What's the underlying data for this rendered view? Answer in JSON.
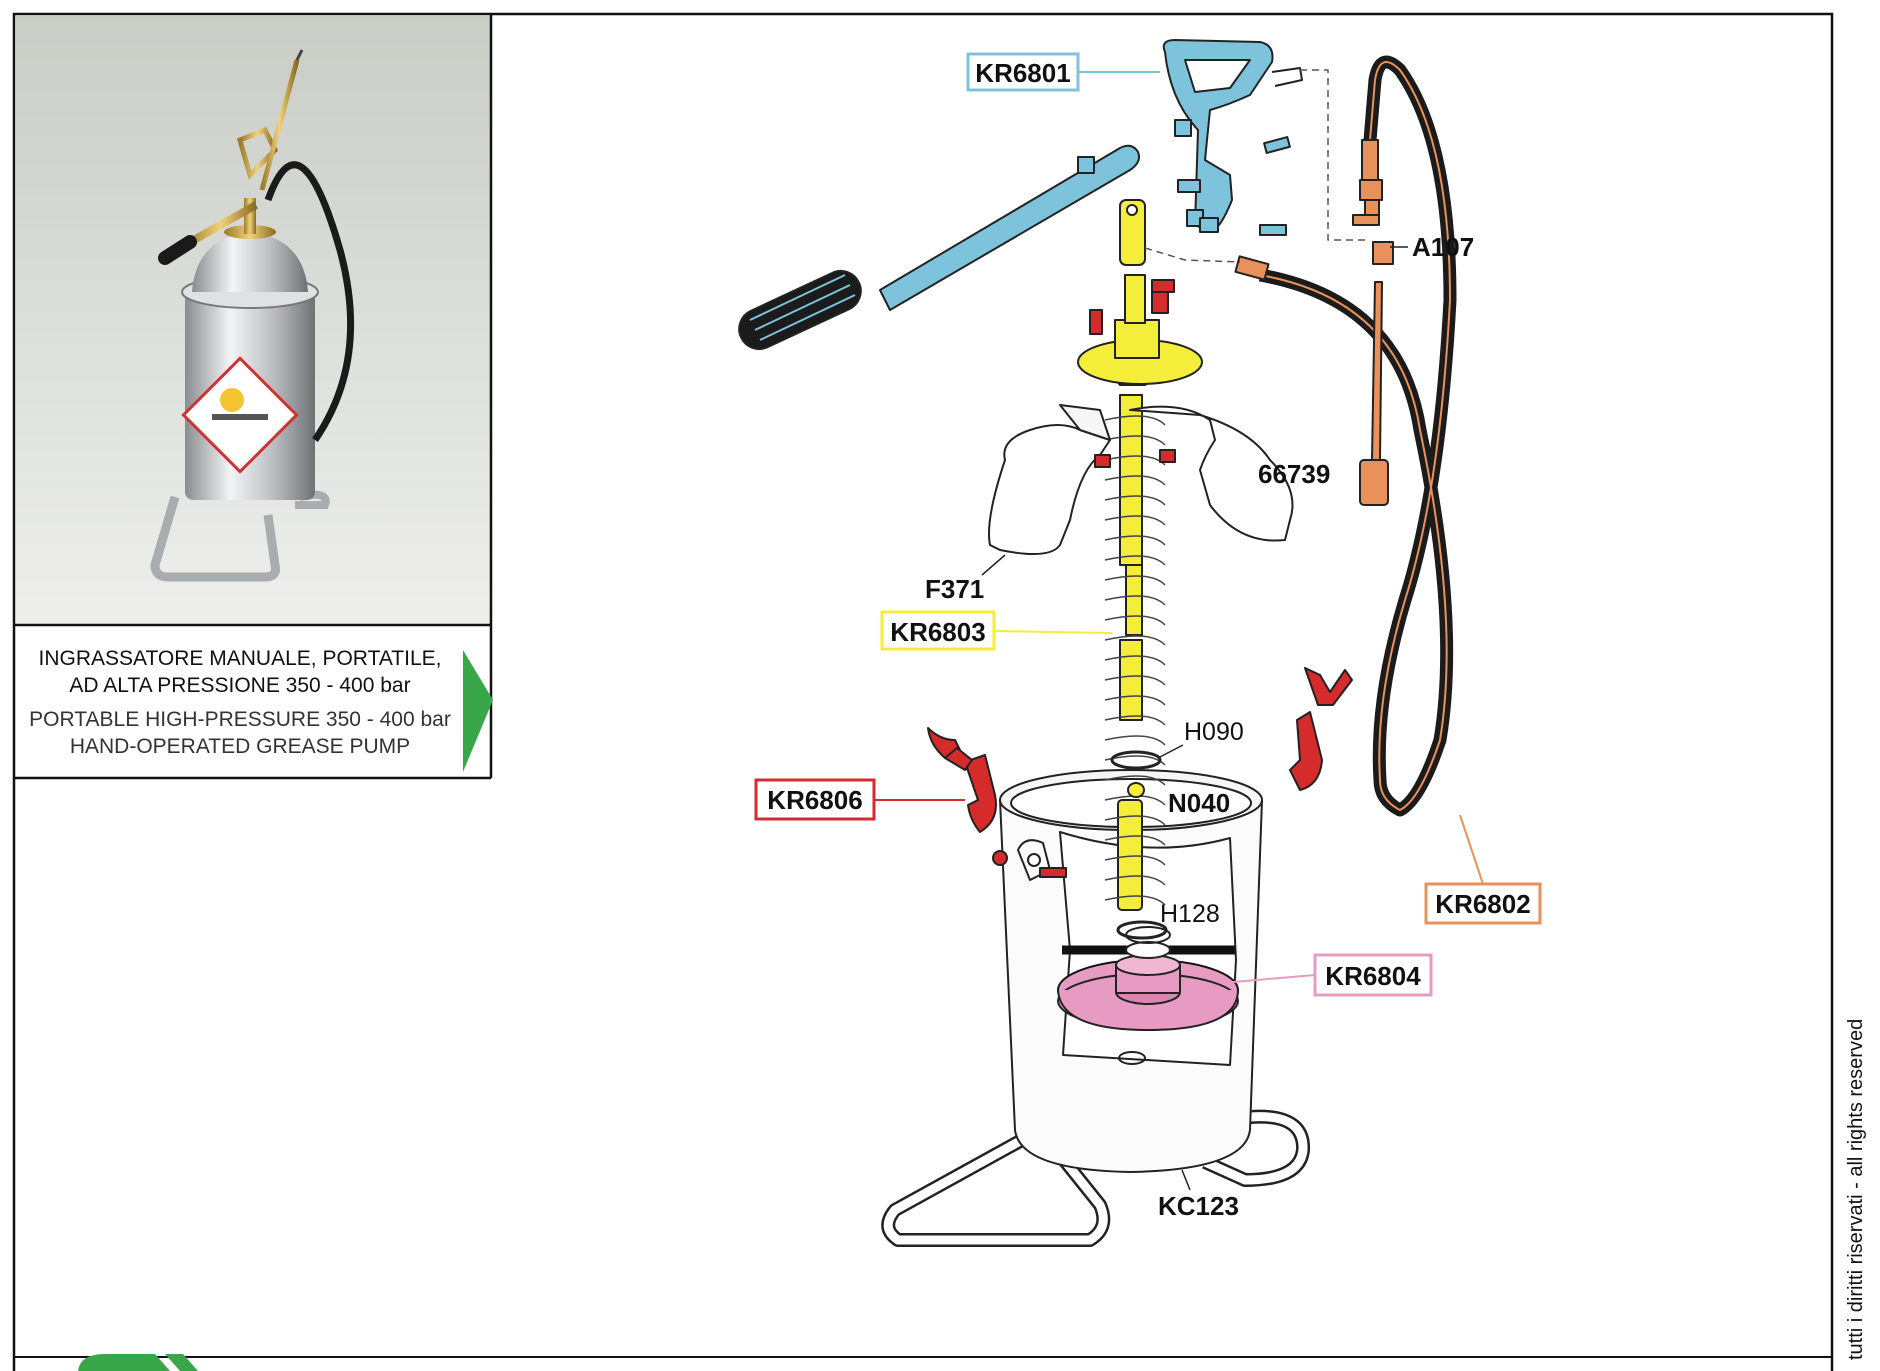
{
  "product_title": {
    "it_line1": "INGRASSATORE MANUALE, PORTATILE,",
    "it_line2": "AD ALTA PRESSIONE 350 - 400 bar",
    "en_line1": "PORTABLE HIGH-PRESSURE 350 - 400 bar",
    "en_line2": "HAND-OPERATED GREASE PUMP"
  },
  "parts": {
    "kr6801": "KR6801",
    "a107": "A107",
    "p66739": "66739",
    "f371": "F371",
    "kr6803": "KR6803",
    "h090": "H090",
    "n040": "N040",
    "kr6806": "KR6806",
    "h128": "H128",
    "kr6804": "KR6804",
    "kr6802": "KR6802",
    "kc123": "KC123"
  },
  "rights": "tutti i diritti riservati - all rights reserved",
  "colors": {
    "handle_blue": "#7ec3dc",
    "piston_yellow": "#f4ee3a",
    "wing_red": "#d62b2b",
    "plate_pink": "#e79bc2",
    "hose_orange": "#e8915a",
    "arrow_green": "#3aa64a"
  }
}
